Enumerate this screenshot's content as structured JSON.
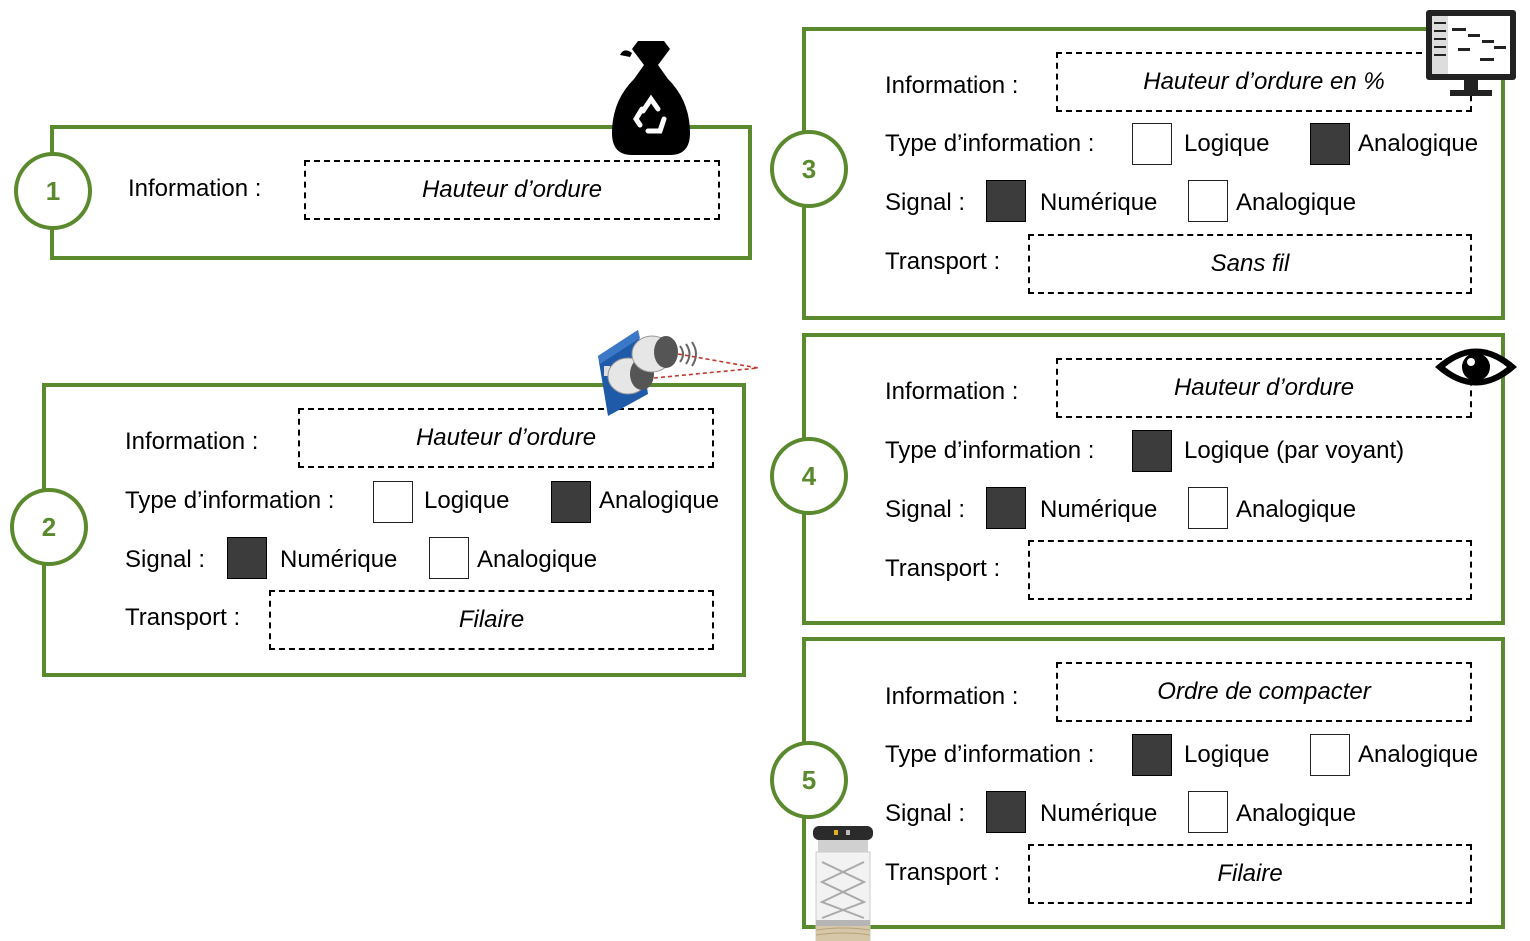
{
  "colors": {
    "accent": "#5b8a2e",
    "filled": "#3c3c3c"
  },
  "icons": [
    "trash-bag-icon",
    "ultrasonic-sensor-icon",
    "monitor-icon",
    "eye-icon",
    "compactor-icon"
  ],
  "labels": {
    "information": "Information :",
    "type": "Type d’information :",
    "signal": "Signal :",
    "transport": "Transport :",
    "logique": "Logique",
    "analogique": "Analogique",
    "numerique": "Numérique",
    "logique_voyant": "Logique (par voyant)"
  },
  "panels": [
    {
      "number": "1",
      "information": "Hauteur d’ordure"
    },
    {
      "number": "2",
      "information": "Hauteur d’ordure",
      "type_logique": false,
      "type_analogique": true,
      "signal_numerique": true,
      "signal_analogique": false,
      "transport": "Filaire"
    },
    {
      "number": "3",
      "information": "Hauteur d’ordure en %",
      "type_logique": false,
      "type_analogique": true,
      "signal_numerique": true,
      "signal_analogique": false,
      "transport": "Sans fil"
    },
    {
      "number": "4",
      "information": "Hauteur d’ordure",
      "type_logique": true,
      "signal_numerique": true,
      "signal_analogique": false,
      "transport": ""
    },
    {
      "number": "5",
      "information": "Ordre de compacter",
      "type_logique": true,
      "type_analogique": false,
      "signal_numerique": true,
      "signal_analogique": false,
      "transport": "Filaire"
    }
  ]
}
